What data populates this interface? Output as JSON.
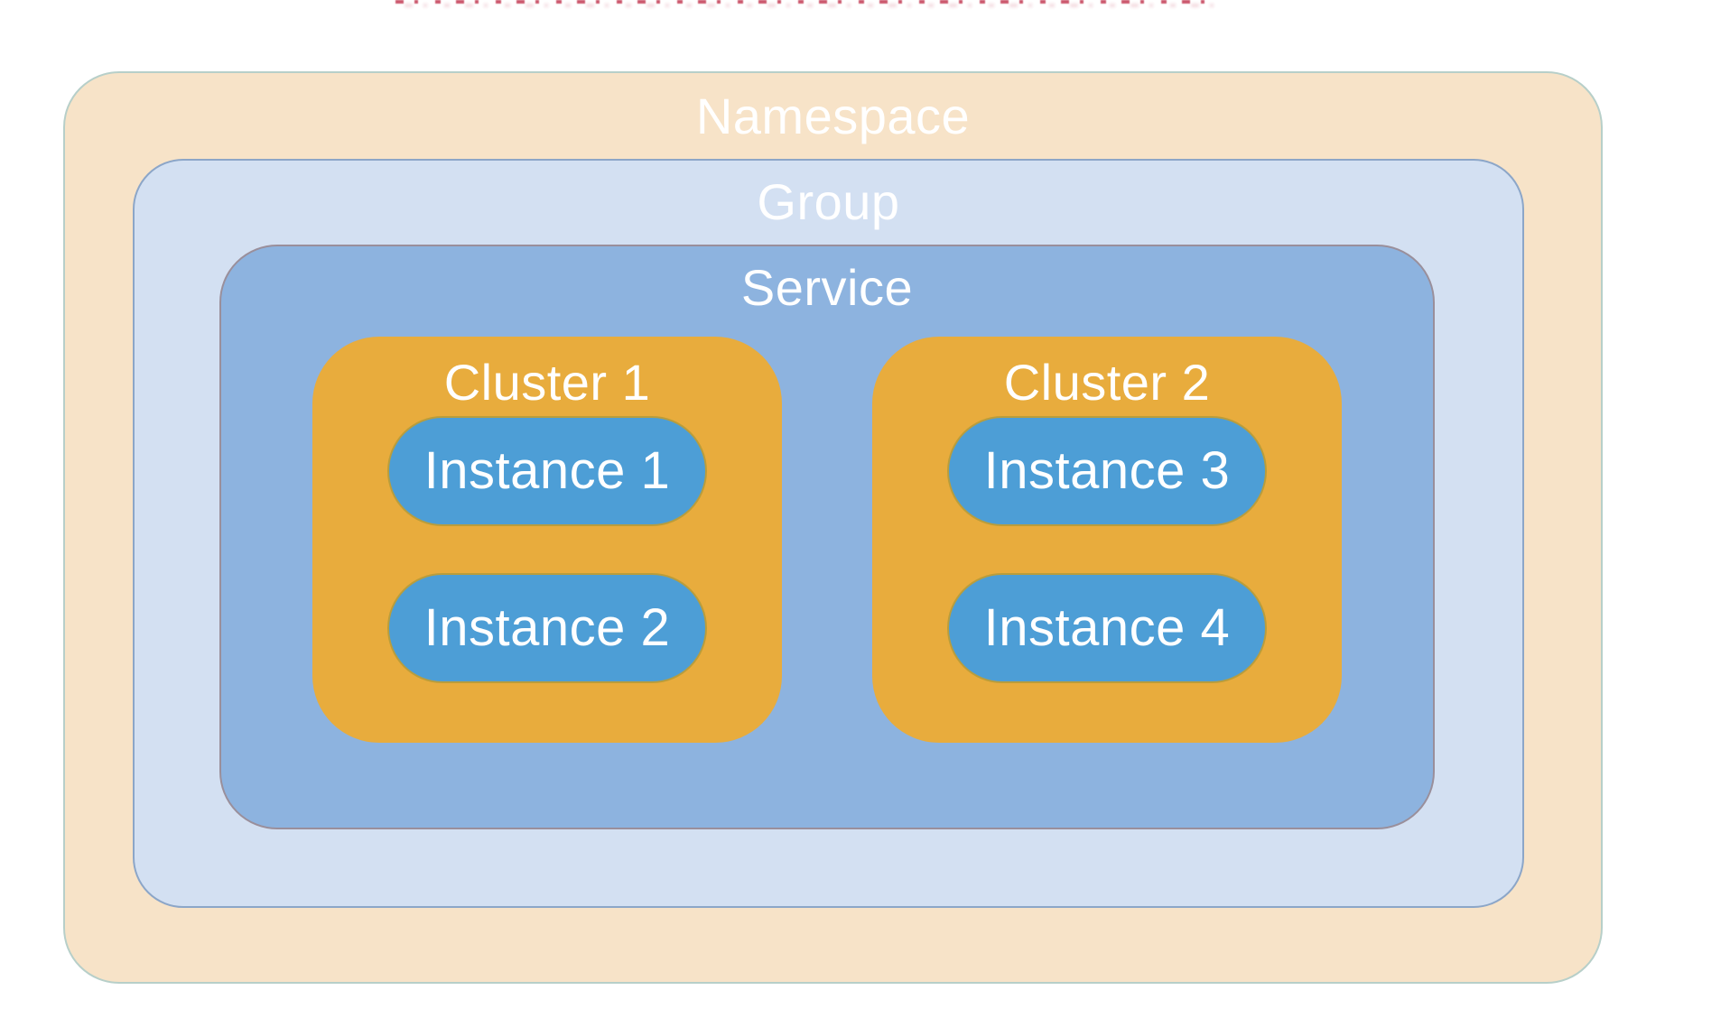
{
  "colors": {
    "namespace_fill": "#f7e3c8",
    "namespace_border": "#b7cfc9",
    "group_fill": "#d3e0f2",
    "group_border": "#8ca6c8",
    "service_fill": "#8db3df",
    "service_border": "#9a8f9b",
    "cluster_fill": "#e8ac3d",
    "instance_fill": "#4d9ed6",
    "label_text": "#ffffff",
    "cropped_text": "#c0304a"
  },
  "top_edge": {
    "artifact": "partially-cropped red text fragments"
  },
  "diagram": {
    "namespace": {
      "label": "Namespace"
    },
    "group": {
      "label": "Group"
    },
    "service": {
      "label": "Service"
    },
    "clusters": [
      {
        "label": "Cluster 1",
        "instances": [
          "Instance 1",
          "Instance 2"
        ]
      },
      {
        "label": "Cluster 2",
        "instances": [
          "Instance 3",
          "Instance 4"
        ]
      }
    ]
  }
}
